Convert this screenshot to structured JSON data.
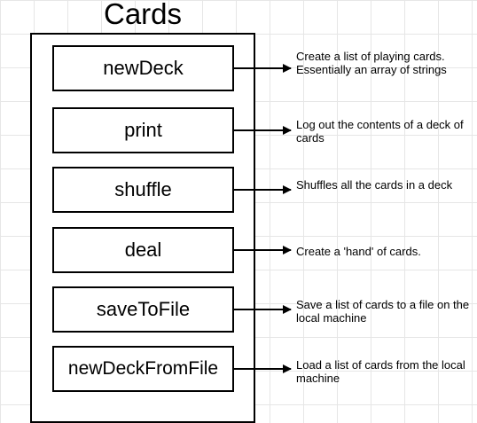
{
  "diagram": {
    "title": "Cards",
    "functions": [
      {
        "name": "newDeck",
        "description": "Create a list of playing cards.  Essentially an array of strings"
      },
      {
        "name": "print",
        "description": "Log out the contents of a deck of cards"
      },
      {
        "name": "shuffle",
        "description": "Shuffles all the cards in a deck"
      },
      {
        "name": "deal",
        "description": "Create a 'hand' of cards."
      },
      {
        "name": "saveToFile",
        "description": "Save a list of cards to a file on the local machine"
      },
      {
        "name": "newDeckFromFile",
        "description": "Load a list of cards from the local machine"
      }
    ]
  },
  "colors": {
    "stroke": "#000000",
    "grid": "#e6e6e6",
    "background": "#ffffff"
  }
}
